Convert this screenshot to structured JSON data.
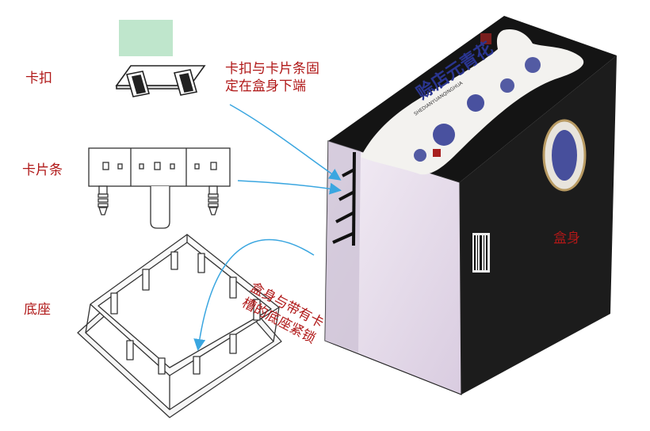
{
  "labels": {
    "clip": "卡扣",
    "strip": "卡片条",
    "base": "底座",
    "box_body": "盒身"
  },
  "notes": {
    "clip_strip_fixed_line1": "卡扣与卡片条固",
    "clip_strip_fixed_line2": "定在盒身下端",
    "lock_line1": "盒身与带有卡",
    "lock_line2": "槽的底座紧锁"
  },
  "box_art": {
    "brand_vertical": "赊店元青花",
    "pinyin": "SHEDIANYUANQINGHUA"
  },
  "colors": {
    "label_red": "#b01818",
    "arrow_blue": "#3aa6e0",
    "box_black": "#1a1a1a",
    "swatch_green": "#bfe6cc",
    "porcelain_blue": "#2a3590"
  }
}
